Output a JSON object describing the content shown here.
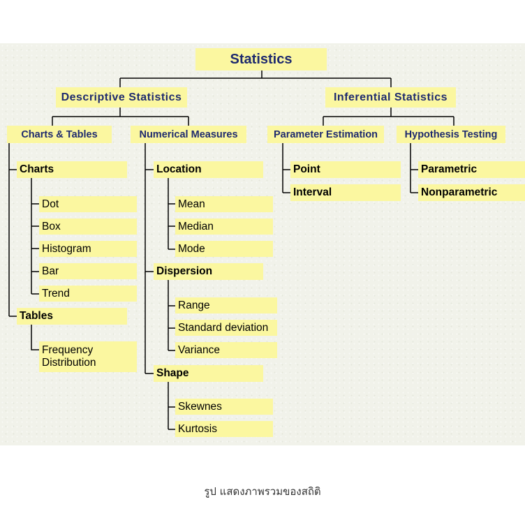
{
  "diagram": {
    "root": "Statistics",
    "descriptive": {
      "label": "Descriptive Statistics",
      "charts_tables": {
        "label": "Charts & Tables",
        "charts": {
          "label": "Charts",
          "items": [
            "Dot",
            "Box",
            "Histogram",
            "Bar",
            "Trend"
          ]
        },
        "tables": {
          "label": "Tables",
          "items": [
            "Frequency Distribution"
          ]
        }
      },
      "numerical": {
        "label": "Numerical Measures",
        "location": {
          "label": "Location",
          "items": [
            "Mean",
            "Median",
            "Mode"
          ]
        },
        "dispersion": {
          "label": "Dispersion",
          "items": [
            "Range",
            "Standard deviation",
            "Variance"
          ]
        },
        "shape": {
          "label": "Shape",
          "items": [
            "Skewnes",
            "Kurtosis"
          ]
        }
      }
    },
    "inferential": {
      "label": "Inferential Statistics",
      "parameter_estimation": {
        "label": "Parameter Estimation",
        "items": [
          "Point",
          "Interval"
        ]
      },
      "hypothesis_testing": {
        "label": "Hypothesis Testing",
        "items": [
          "Parametric",
          "Nonparametric"
        ]
      }
    }
  },
  "caption": "รูป แสดงภาพรวมของสถิติ",
  "colors": {
    "box_fill": "#fbf7a0",
    "title_text": "#1e2a6e",
    "connector": "#000000",
    "background": "#f1f2ea"
  }
}
